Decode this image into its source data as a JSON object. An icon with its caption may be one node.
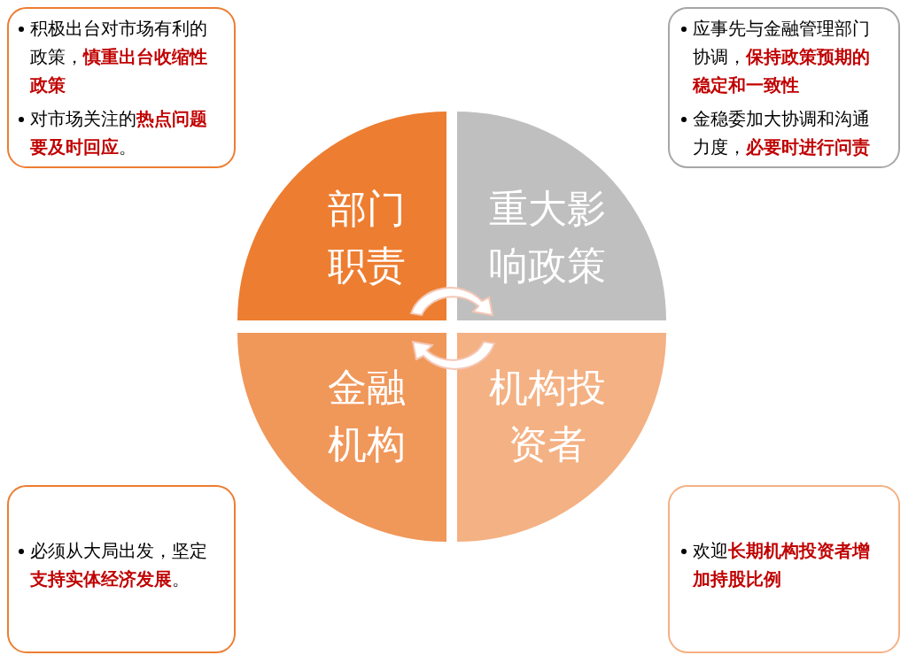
{
  "diagram": {
    "nodes": [
      {
        "text": [
          "积极出台对市场有利的政策，**慎重出台收缩性政策**",
          "对市场关注的**热点问题要及时回应**。"
        ]
      },
      {
        "text": [
          "应事先与金融管理部门协调，**保持政策预期的稳定和一致性**",
          "金稳委加大协调和沟通力度，**必要时进行问责**"
        ]
      },
      {
        "text": [
          "部门职责"
        ]
      },
      {
        "text": [
          "重大影响政策"
        ]
      },
      {
        "text": [
          "金融机构"
        ]
      },
      {
        "text": [
          "机构投资者"
        ]
      },
      {
        "text": [
          "必须从大局出发，坚定**支持实体经济发展**。"
        ]
      },
      {
        "text": [
          "欢迎**长期机构投资者增加持股比例**"
        ]
      }
    ],
    "edges": []
  }
}
